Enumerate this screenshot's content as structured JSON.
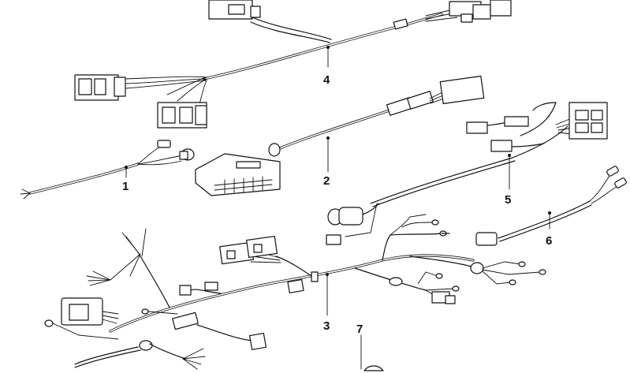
{
  "callouts": [
    {
      "id": "harness-1",
      "label": "1"
    },
    {
      "id": "harness-2",
      "label": "2"
    },
    {
      "id": "harness-3",
      "label": "3"
    },
    {
      "id": "harness-4",
      "label": "4"
    },
    {
      "id": "harness-5",
      "label": "5"
    },
    {
      "id": "harness-6",
      "label": "6"
    },
    {
      "id": "harness-7",
      "label": "7"
    }
  ],
  "colors": {
    "line": "#111111",
    "background": "#ffffff"
  }
}
